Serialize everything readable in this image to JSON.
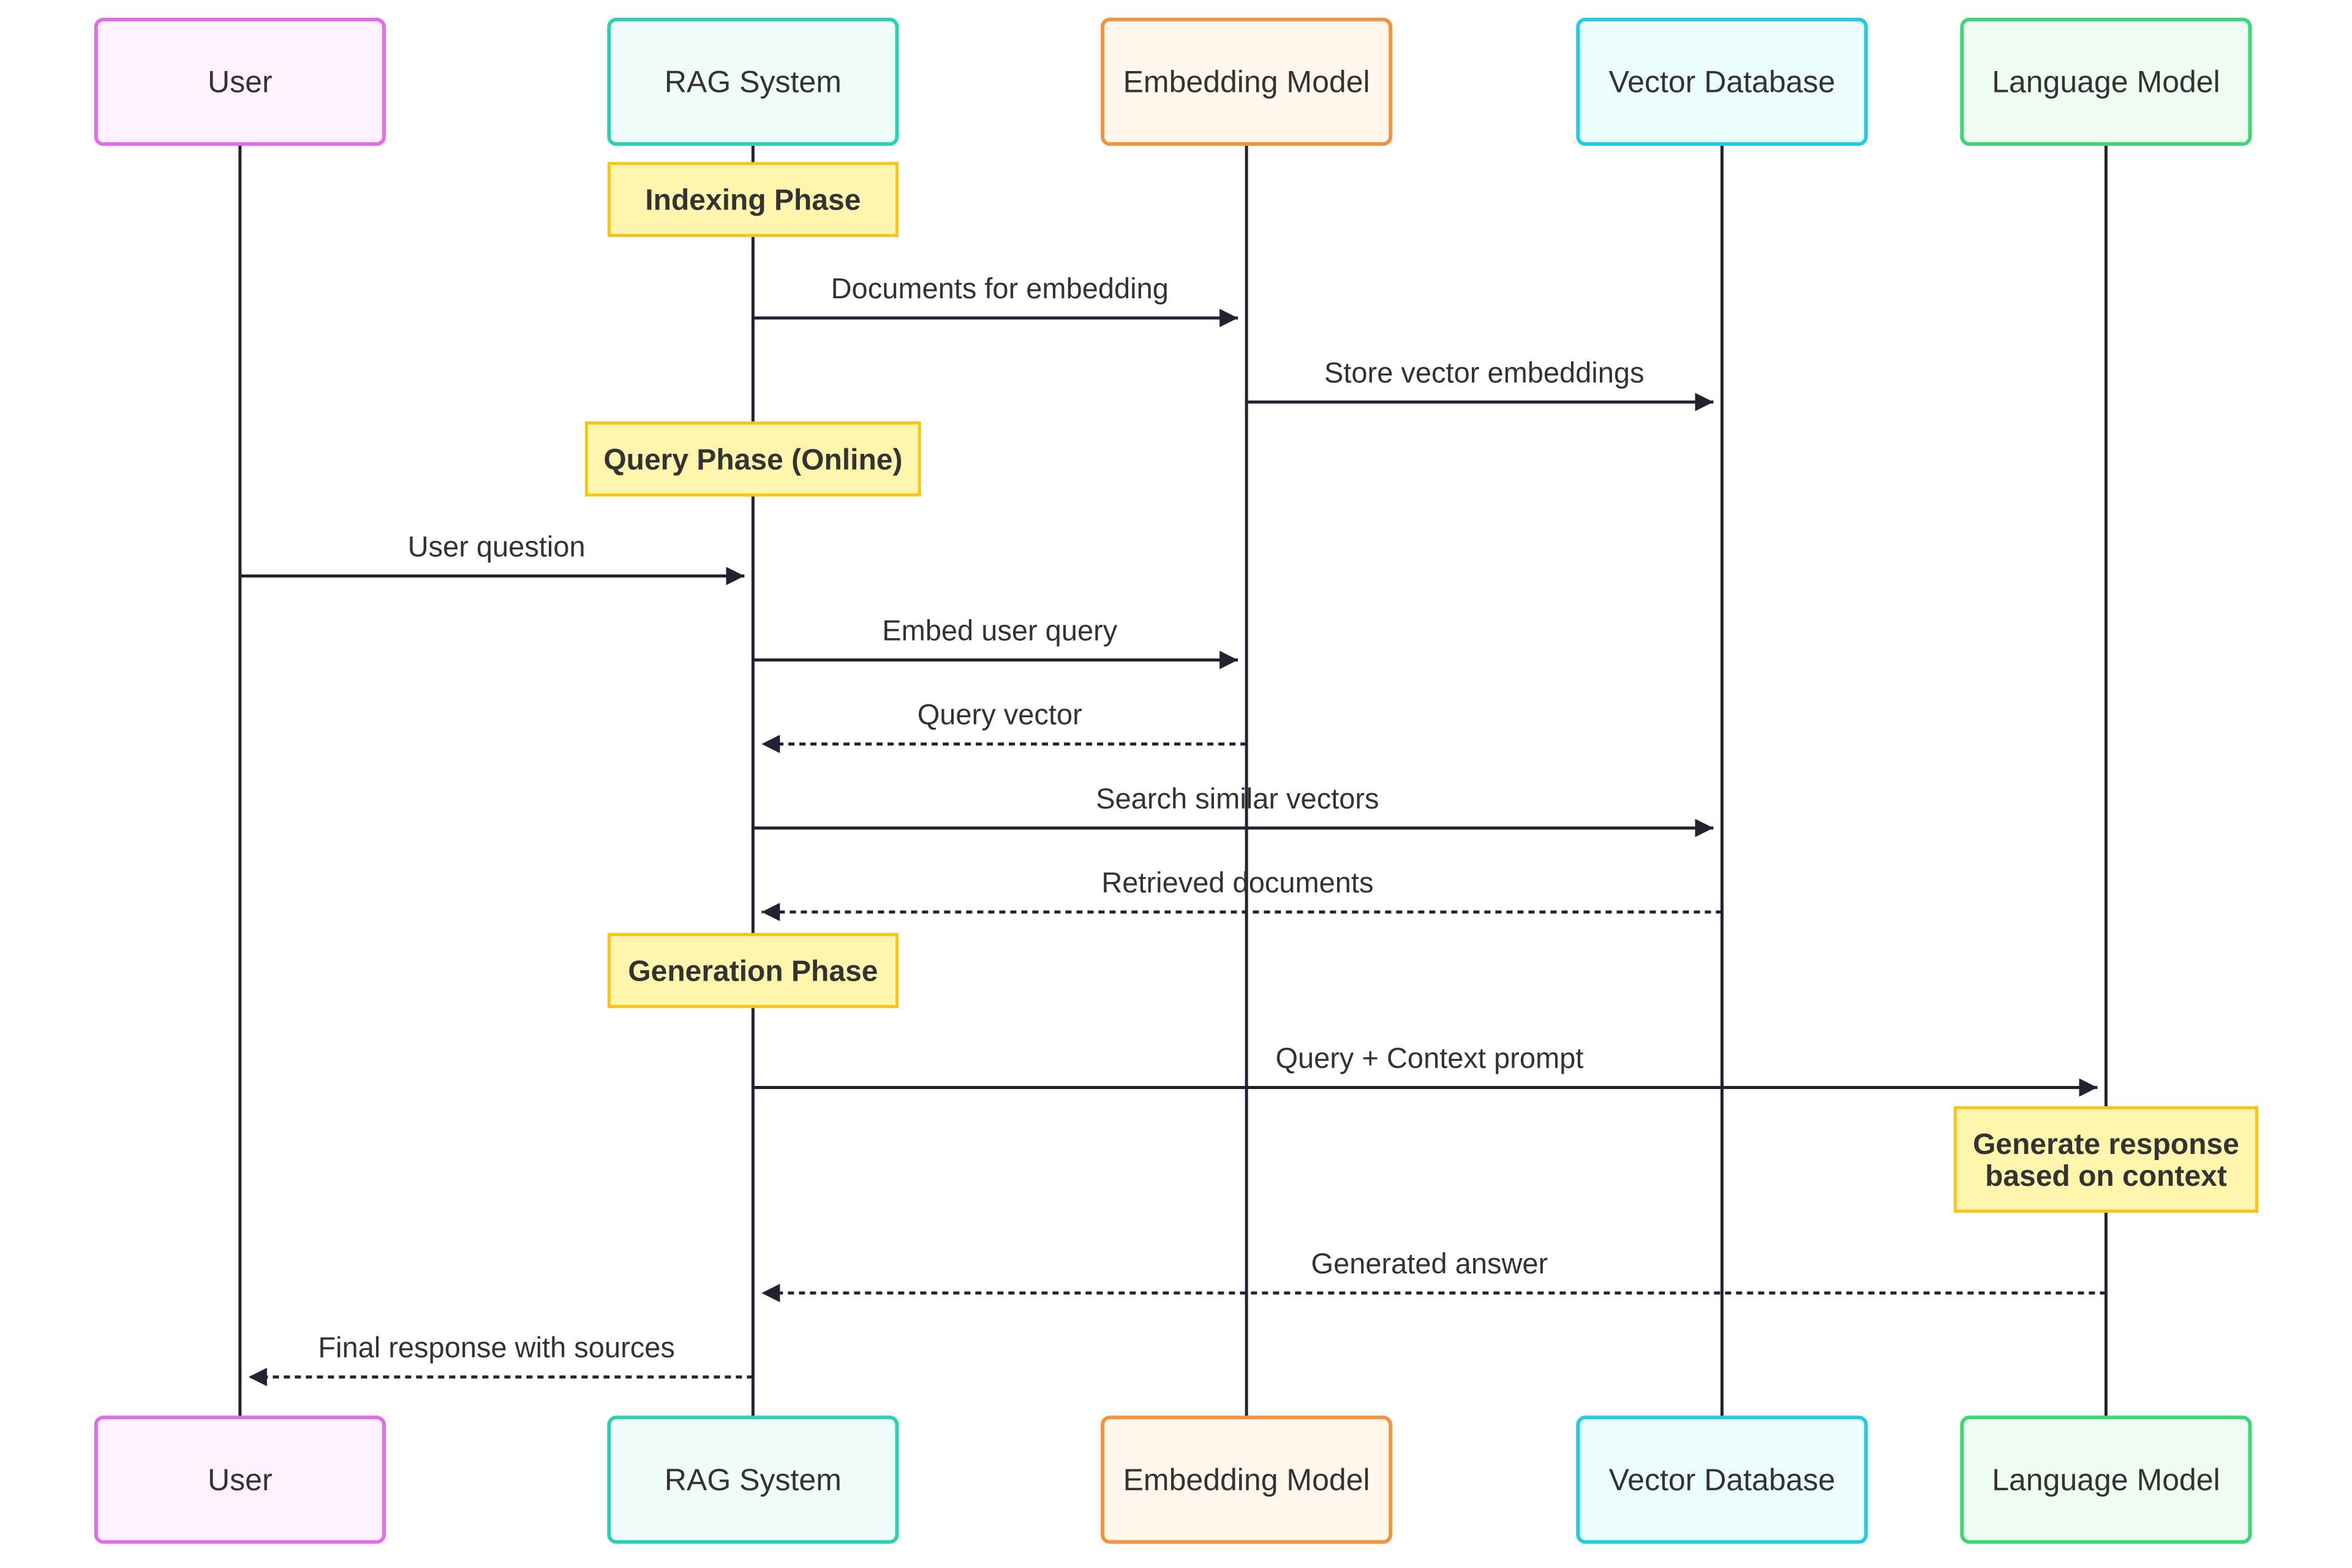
{
  "diagram": {
    "type": "sequence",
    "colors": {
      "line": "#222233",
      "note_fill": "#fff5ad",
      "note_border": "#f5c518"
    },
    "actors": [
      {
        "id": "user",
        "label": "User",
        "fill": "#fdf2fd",
        "stroke": "#e26de8"
      },
      {
        "id": "rag",
        "label": "RAG System",
        "fill": "#effcf9",
        "stroke": "#2fcfb5"
      },
      {
        "id": "embed",
        "label": "Embedding Model",
        "fill": "#fff6ec",
        "stroke": "#f1933f"
      },
      {
        "id": "vdb",
        "label": "Vector Database",
        "fill": "#ecfdfe",
        "stroke": "#22cbe0"
      },
      {
        "id": "llm",
        "label": "Language Model",
        "fill": "#eefcf1",
        "stroke": "#3ed678"
      }
    ],
    "steps": [
      {
        "kind": "note",
        "over": "rag",
        "text": [
          "Indexing Phase"
        ]
      },
      {
        "kind": "message",
        "from": "rag",
        "to": "embed",
        "text": "Documents for embedding",
        "style": "solid"
      },
      {
        "kind": "message",
        "from": "embed",
        "to": "vdb",
        "text": "Store vector embeddings",
        "style": "solid"
      },
      {
        "kind": "note",
        "over": "rag",
        "text": [
          "Query Phase (Online)"
        ]
      },
      {
        "kind": "message",
        "from": "user",
        "to": "rag",
        "text": "User question",
        "style": "solid"
      },
      {
        "kind": "message",
        "from": "rag",
        "to": "embed",
        "text": "Embed user query",
        "style": "solid"
      },
      {
        "kind": "message",
        "from": "embed",
        "to": "rag",
        "text": "Query vector",
        "style": "dashed"
      },
      {
        "kind": "message",
        "from": "rag",
        "to": "vdb",
        "text": "Search similar vectors",
        "style": "solid"
      },
      {
        "kind": "message",
        "from": "vdb",
        "to": "rag",
        "text": "Retrieved documents",
        "style": "dashed"
      },
      {
        "kind": "note",
        "over": "rag",
        "text": [
          "Generation Phase"
        ]
      },
      {
        "kind": "message",
        "from": "rag",
        "to": "llm",
        "text": "Query + Context prompt",
        "style": "solid"
      },
      {
        "kind": "note",
        "over": "llm",
        "text": [
          "Generate response",
          "based on context"
        ]
      },
      {
        "kind": "message",
        "from": "llm",
        "to": "rag",
        "text": "Generated answer",
        "style": "dashed"
      },
      {
        "kind": "message",
        "from": "rag",
        "to": "user",
        "text": "Final response with sources",
        "style": "dashed"
      }
    ]
  }
}
